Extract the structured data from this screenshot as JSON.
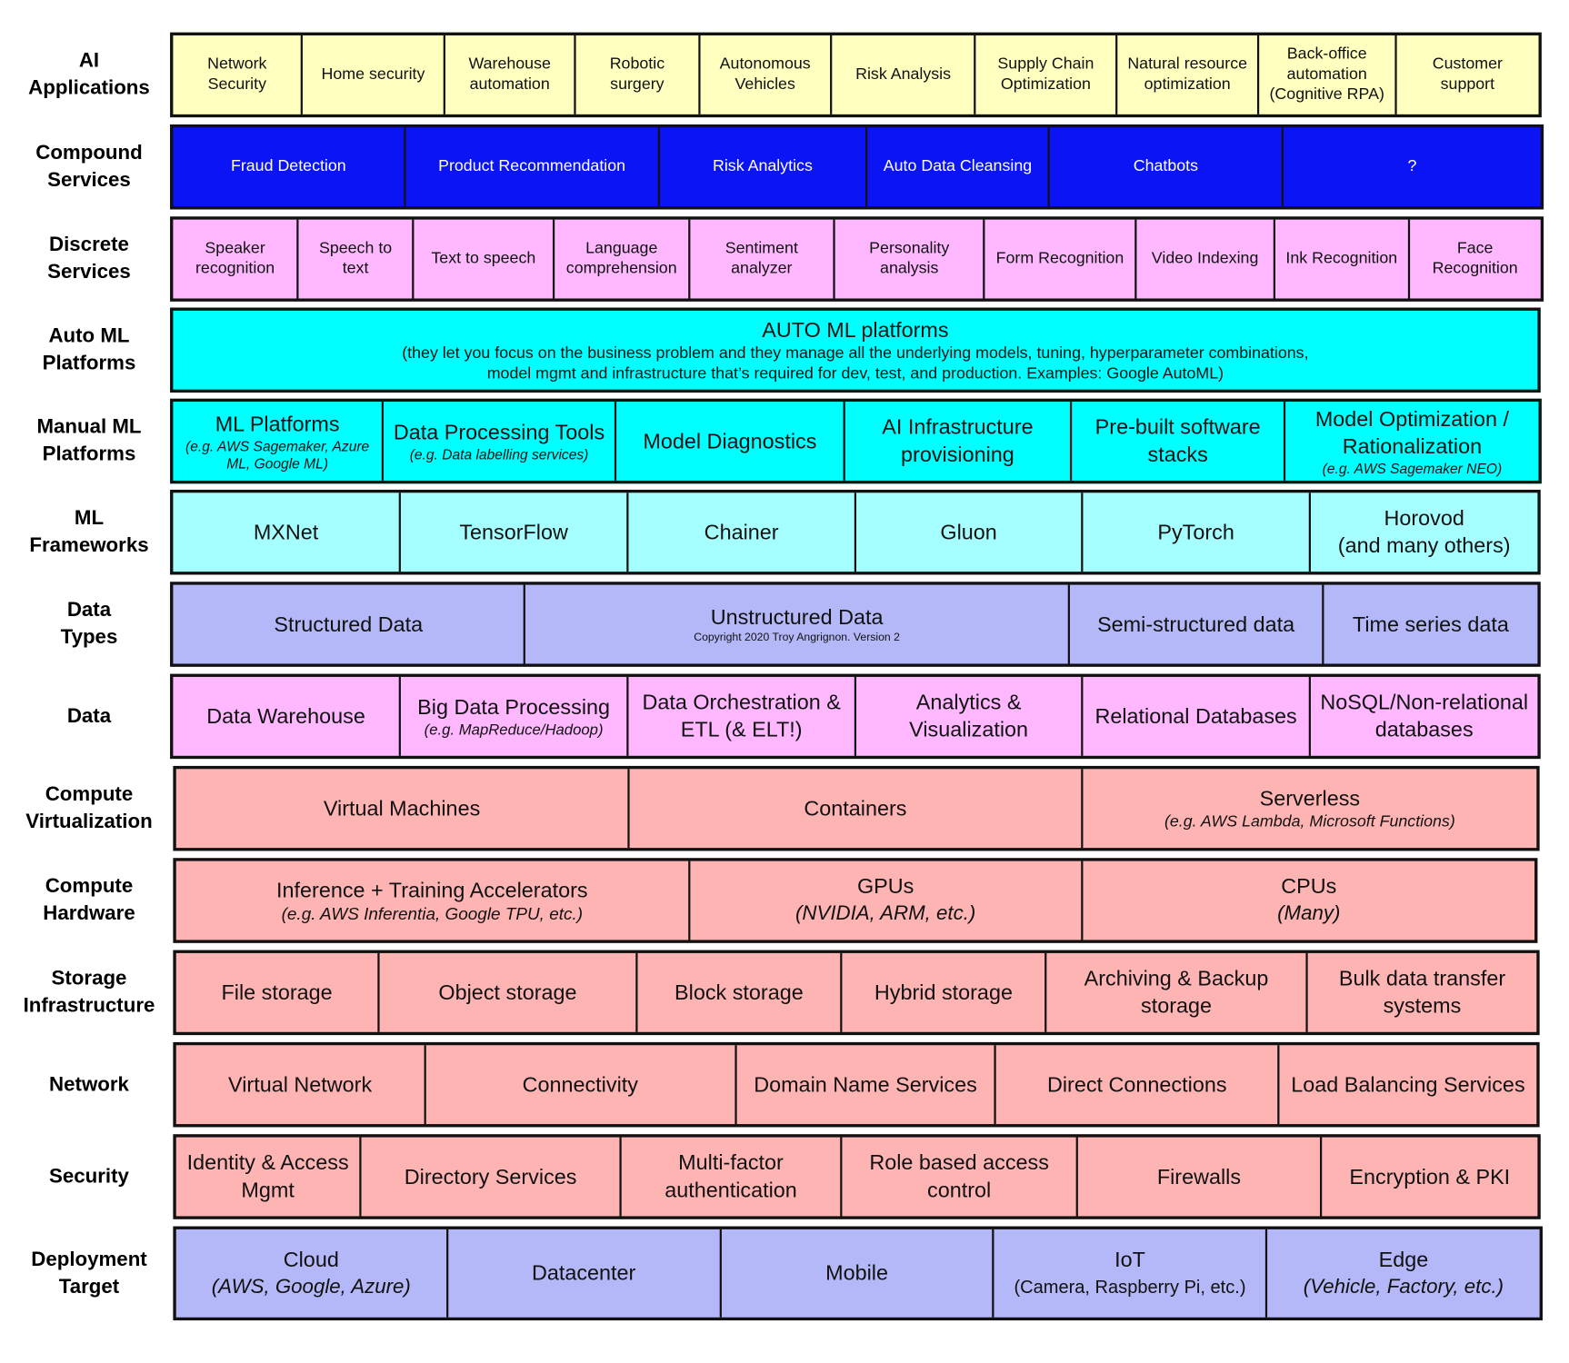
{
  "rows": [
    {
      "label": "AI\nApplications",
      "color": "#ffffc0",
      "cells": [
        {
          "main": "Network\nSecurity"
        },
        {
          "main": "Home security"
        },
        {
          "main": "Warehouse\nautomation"
        },
        {
          "main": "Robotic\nsurgery"
        },
        {
          "main": "Autonomous\nVehicles"
        },
        {
          "main": "Risk Analysis"
        },
        {
          "main": "Supply Chain\nOptimization"
        },
        {
          "main": "Natural resource\noptimization"
        },
        {
          "main": "Back-office\nautomation\n(Cognitive RPA)"
        },
        {
          "main": "Customer\nsupport"
        }
      ]
    },
    {
      "label": "Compound\nServices",
      "color": "#0a14f5",
      "text_color": "#ffffff",
      "cells": [
        {
          "main": "Fraud Detection"
        },
        {
          "main": "Product Recommendation"
        },
        {
          "main": "Risk Analytics"
        },
        {
          "main": "Auto Data Cleansing"
        },
        {
          "main": "Chatbots"
        },
        {
          "main": "?"
        }
      ]
    },
    {
      "label": "Discrete\nServices",
      "color": "#ffb8ff",
      "cells": [
        {
          "main": "Speaker\nrecognition"
        },
        {
          "main": "Speech to\ntext"
        },
        {
          "main": "Text to speech"
        },
        {
          "main": "Language\ncomprehension"
        },
        {
          "main": "Sentiment\nanalyzer"
        },
        {
          "main": "Personality\nanalysis"
        },
        {
          "main": "Form Recognition"
        },
        {
          "main": "Video Indexing"
        },
        {
          "main": "Ink Recognition"
        },
        {
          "main": "Face\nRecognition"
        }
      ]
    },
    {
      "label": "Auto ML\nPlatforms",
      "color": "#00ffff",
      "cells": [
        {
          "main": "AUTO ML platforms",
          "desc": "(they let you focus on the business problem and they manage all the underlying models, tuning, hyperparameter combinations,\nmodel mgmt and infrastructure that’s required for dev, test, and production. Examples: Google AutoML)"
        }
      ]
    },
    {
      "label": "Manual ML\nPlatforms",
      "color": "#00ffff",
      "cells": [
        {
          "main": "ML Platforms",
          "sub": "(e.g. AWS Sagemaker, Azure\nML, Google ML)"
        },
        {
          "main": "Data Processing Tools",
          "sub": "(e.g. Data labelling services)"
        },
        {
          "main": "Model Diagnostics"
        },
        {
          "main": "AI Infrastructure\nprovisioning"
        },
        {
          "main": "Pre-built software\nstacks"
        },
        {
          "main": "Model Optimization /\nRationalization",
          "sub": "(e.g. AWS Sagemaker NEO)"
        }
      ]
    },
    {
      "label": "ML\nFrameworks",
      "color": "#a6ffff",
      "cells": [
        {
          "main": "MXNet"
        },
        {
          "main": "TensorFlow"
        },
        {
          "main": "Chainer"
        },
        {
          "main": "Gluon"
        },
        {
          "main": "PyTorch"
        },
        {
          "main": "Horovod\n(and many others)"
        }
      ]
    },
    {
      "label": "Data\nTypes",
      "color": "#b4b8f8",
      "cells": [
        {
          "main": "Structured Data"
        },
        {
          "main": "Unstructured Data",
          "note": "Copyright 2020 Troy Angrignon. Version 2"
        },
        {
          "main": "Semi-structured data"
        },
        {
          "main": "Time series data"
        }
      ]
    },
    {
      "label": "Data",
      "color": "#ffb8ff",
      "cells": [
        {
          "main": "Data Warehouse"
        },
        {
          "main": "Big Data Processing",
          "sub": "(e.g. MapReduce/Hadoop)"
        },
        {
          "main": "Data Orchestration &\nETL (& ELT!)"
        },
        {
          "main": "Analytics &\nVisualization"
        },
        {
          "main": "Relational Databases"
        },
        {
          "main": "NoSQL/Non-relational\ndatabases"
        }
      ]
    },
    {
      "label": "Compute\nVirtualization",
      "color": "#ffb4b4",
      "cells": [
        {
          "main": "Virtual Machines"
        },
        {
          "main": "Containers"
        },
        {
          "main": "Serverless",
          "sub": "(e.g. AWS Lambda, Microsoft Functions)"
        }
      ]
    },
    {
      "label": "Compute\nHardware",
      "color": "#ffb4b4",
      "cells": [
        {
          "main": "Inference + Training Accelerators",
          "sub": "(e.g. AWS Inferentia, Google TPU, etc.)"
        },
        {
          "main": "GPUs",
          "big_sub": "(NVIDIA, ARM, etc.)"
        },
        {
          "main": "CPUs",
          "big_sub": "(Many)"
        }
      ]
    },
    {
      "label": "Storage\nInfrastructure",
      "color": "#ffb4b4",
      "cells": [
        {
          "main": "File storage"
        },
        {
          "main": "Object storage"
        },
        {
          "main": "Block storage"
        },
        {
          "main": "Hybrid storage"
        },
        {
          "main": "Archiving & Backup\nstorage"
        },
        {
          "main": "Bulk data transfer\nsystems"
        }
      ]
    },
    {
      "label": "Network",
      "color": "#ffb4b4",
      "cells": [
        {
          "main": "Virtual Network"
        },
        {
          "main": "Connectivity"
        },
        {
          "main": "Domain Name Services"
        },
        {
          "main": "Direct Connections"
        },
        {
          "main": "Load Balancing Services"
        }
      ]
    },
    {
      "label": "Security",
      "color": "#ffb4b4",
      "cells": [
        {
          "main": "Identity & Access\nMgmt"
        },
        {
          "main": "Directory Services"
        },
        {
          "main": "Multi-factor\nauthentication"
        },
        {
          "main": "Role based access\ncontrol"
        },
        {
          "main": "Firewalls"
        },
        {
          "main": "Encryption & PKI"
        }
      ]
    },
    {
      "label": "Deployment\nTarget",
      "color": "#b4b8f8",
      "cells": [
        {
          "main": "Cloud",
          "big_sub": "(AWS, Google, Azure)"
        },
        {
          "main": "Datacenter"
        },
        {
          "main": "Mobile"
        },
        {
          "main": "IoT",
          "plain_sub": "(Camera, Raspberry Pi, etc.)"
        },
        {
          "main": "Edge",
          "big_sub": "(Vehicle, Factory, etc.)"
        }
      ]
    }
  ]
}
